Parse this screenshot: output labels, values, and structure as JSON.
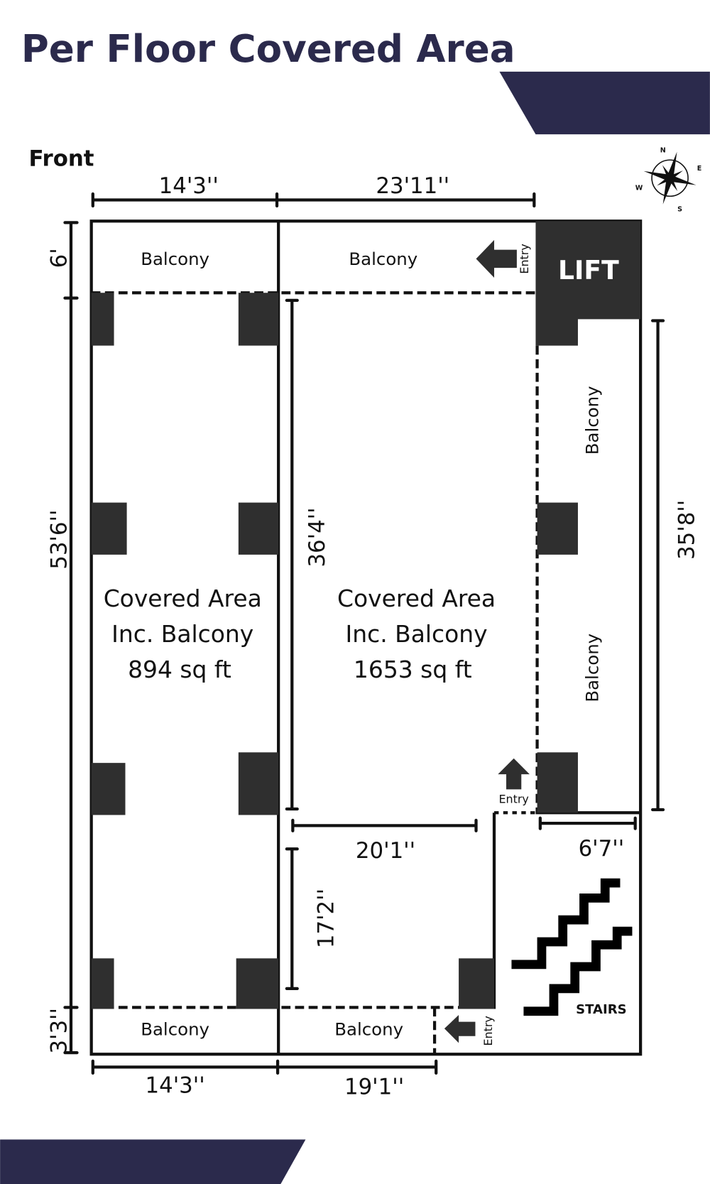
{
  "title": "Per Floor Covered Area",
  "front_label": "Front",
  "colors": {
    "brand": "#2b2a4c",
    "pillar": "#2f2f2f"
  },
  "compass": {
    "icon": "compass-rose-icon",
    "n": "N",
    "e": "E",
    "s": "S",
    "w": "W"
  },
  "dimensions": {
    "top_left": "14'3''",
    "top_right": "23'11''",
    "left_top": "6'",
    "left_main": "53'6''",
    "left_bottom": "3'3''",
    "inner_vertical": "36'4''",
    "right_vertical": "35'8''",
    "inner_horizontal": "20'1''",
    "lower_vertical": "17'2''",
    "lift_width": "6'7''",
    "bottom_left": "14'3''",
    "bottom_right": "19'1''"
  },
  "rooms": {
    "balcony_label": "Balcony",
    "left_area": {
      "line1": "Covered Area",
      "line2": "Inc. Balcony",
      "line3": "894 sq ft"
    },
    "right_area": {
      "line1": "Covered Area",
      "line2": "Inc. Balcony",
      "line3": "1653 sq ft"
    },
    "lift": "LIFT",
    "stairs": "STAIRS",
    "entry": "Entry"
  }
}
